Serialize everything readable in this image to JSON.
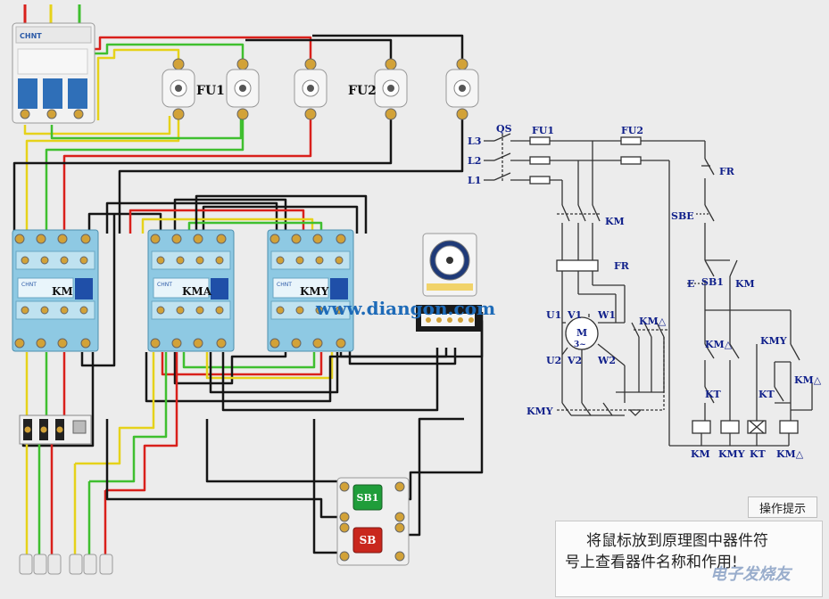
{
  "schematic": {
    "fu1": "FU1",
    "fu2": "FU2",
    "qs": "QS",
    "l1": "L1",
    "l2": "L2",
    "l3": "L3",
    "km": "KM",
    "fr": "FR",
    "sbe": "SBE",
    "sb1": "SB1",
    "km2": "KM",
    "km_delta": "KM△",
    "kmy": "KMY",
    "kt": "KT",
    "kt2": "KT",
    "km_delta2": "KM△",
    "u1": "U1",
    "v1": "V1",
    "w1": "W1",
    "u2": "U2",
    "v2": "V2",
    "w2": "W2",
    "motor": "M",
    "motor_sub": "3~",
    "km_delta3": "KM△",
    "kmy2": "KMY",
    "coil_km": "KM",
    "coil_kmy": "KMY",
    "coil_kt": "KT",
    "coil_kmd": "KM△",
    "e1": "E",
    "fr2": "FR"
  },
  "wiring": {
    "fu1": "FU1",
    "fu2": "FU2",
    "km": "KM",
    "kma": "KMA",
    "kmy": "KMY",
    "url": "www.diangon.com",
    "sb1": "SB1",
    "sb": "SB",
    "breaker_brand": "CHNT",
    "contactor_brand": "CHNT"
  },
  "tip": {
    "tab": "操作提示",
    "line1": "将鼠标放到原理图中器件符",
    "line2": "号上查看器件名称和作用!"
  },
  "watermark": "电子发烧友",
  "colors": {
    "red": "#d9201b",
    "yellow": "#e6d21a",
    "green": "#3fbf2f",
    "black": "#151515",
    "contactor": "#8ec9e3",
    "button_green": "#1f9d3a",
    "button_red": "#c9271d"
  }
}
